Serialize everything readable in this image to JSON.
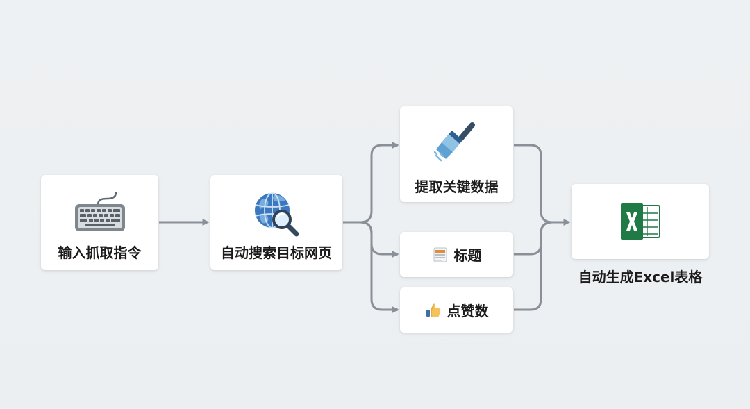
{
  "nodes": {
    "input": {
      "label": "输入抓取指令",
      "icon": "keyboard-icon"
    },
    "search": {
      "label": "自动搜索目标网页",
      "icon": "globe-search-icon"
    },
    "extract": {
      "label": "提取关键数据",
      "icon": "scraper-brush-icon"
    },
    "title": {
      "label": "标题",
      "icon": "document-icon"
    },
    "likes": {
      "label": "点赞数",
      "icon": "thumbs-up-icon"
    },
    "excel_label": "自动生成Excel表格",
    "excel_icon": "excel-icon"
  },
  "colors": {
    "background": "#eef1f3",
    "card": "#ffffff",
    "connector": "#8a9097",
    "accent_blue": "#4a86c5",
    "excel_green": "#1f7a45"
  }
}
